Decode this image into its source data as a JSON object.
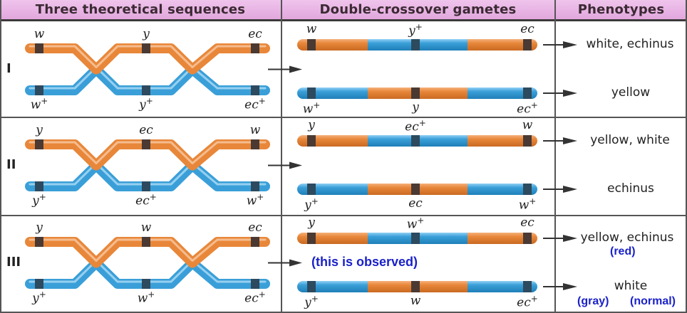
{
  "headers": [
    "Three theoretical sequences",
    "Double-crossover gametes",
    "Phenotypes"
  ],
  "colors": {
    "orange": "#e8873a",
    "blue": "#3a9fd8",
    "band": "#4a3a33",
    "band_blue": "#2d4a5e",
    "header_bg": "#e6b0e0",
    "note": "#1a22c8"
  },
  "rows": [
    {
      "label": "I",
      "top_genes": [
        "w",
        "y",
        "ec"
      ],
      "bottom_genes": [
        {
          "g": "w",
          "s": "+"
        },
        {
          "g": "y",
          "s": "+"
        },
        {
          "g": "ec",
          "s": "+"
        }
      ],
      "gamete1_genes": [
        {
          "g": "w",
          "s": ""
        },
        {
          "g": "y",
          "s": "+"
        },
        {
          "g": "ec",
          "s": ""
        }
      ],
      "gamete2_genes": [
        {
          "g": "w",
          "s": "+"
        },
        {
          "g": "y",
          "s": ""
        },
        {
          "g": "ec",
          "s": "+"
        }
      ],
      "phenotype1": "white, echinus",
      "phenotype2": "yellow"
    },
    {
      "label": "II",
      "top_genes": [
        "y",
        "ec",
        "w"
      ],
      "bottom_genes": [
        {
          "g": "y",
          "s": "+"
        },
        {
          "g": "ec",
          "s": "+"
        },
        {
          "g": "w",
          "s": "+"
        }
      ],
      "gamete1_genes": [
        {
          "g": "y",
          "s": ""
        },
        {
          "g": "ec",
          "s": "+"
        },
        {
          "g": "w",
          "s": ""
        }
      ],
      "gamete2_genes": [
        {
          "g": "y",
          "s": "+"
        },
        {
          "g": "ec",
          "s": ""
        },
        {
          "g": "w",
          "s": "+"
        }
      ],
      "phenotype1": "yellow, white",
      "phenotype2": "echinus"
    },
    {
      "label": "III",
      "top_genes": [
        "y",
        "w",
        "ec"
      ],
      "bottom_genes": [
        {
          "g": "y",
          "s": "+"
        },
        {
          "g": "w",
          "s": "+"
        },
        {
          "g": "ec",
          "s": "+"
        }
      ],
      "gamete1_genes": [
        {
          "g": "y",
          "s": ""
        },
        {
          "g": "w",
          "s": "+"
        },
        {
          "g": "ec",
          "s": ""
        }
      ],
      "gamete2_genes": [
        {
          "g": "y",
          "s": "+"
        },
        {
          "g": "w",
          "s": ""
        },
        {
          "g": "ec",
          "s": "+"
        }
      ],
      "phenotype1": "yellow, echinus",
      "phenotype2": "white",
      "note": "(this is observed)",
      "annotations": [
        "(red)",
        "(gray)",
        "(normal)"
      ]
    }
  ]
}
